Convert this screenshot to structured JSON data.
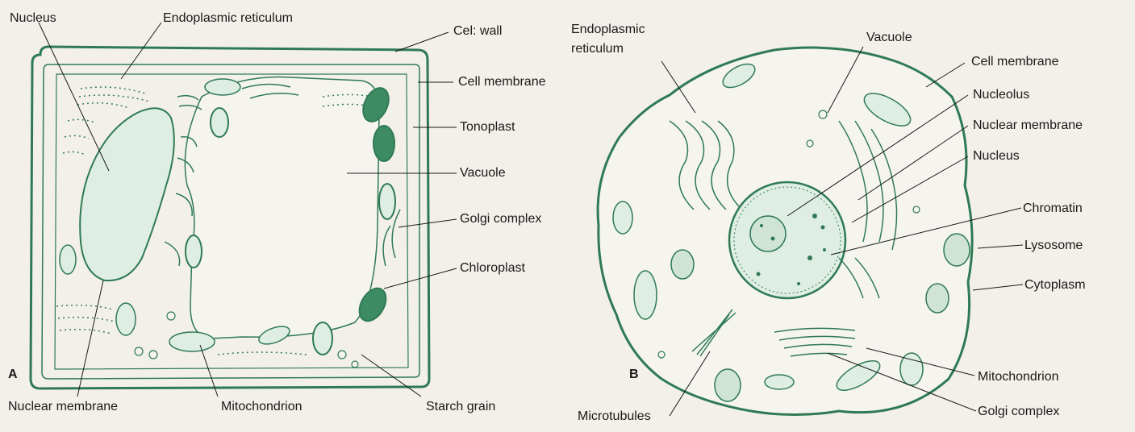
{
  "panel_a": {
    "letter": "A",
    "labels": {
      "nucleus": "Nucleus",
      "endoplasmic_reticulum": "Endoplasmic reticulum",
      "cell_wall": "Cel: wall",
      "cell_membrane": "Cell membrane",
      "tonoplast": "Tonoplast",
      "vacuole": "Vacuole",
      "golgi_complex": "Golgi complex",
      "chloroplast": "Chloroplast",
      "nuclear_membrane": "Nuclear membrane",
      "mitochondrion": "Mitochondrion",
      "starch_grain": "Starch grain"
    }
  },
  "panel_b": {
    "letter": "B",
    "labels": {
      "er_line1": "Endoplasmic",
      "er_line2": "reticulum",
      "vacuole": "Vacuole",
      "cell_membrane": "Cell membrane",
      "nucleolus": "Nucleolus",
      "nuclear_membrane": "Nuclear membrane",
      "nucleus": "Nucleus",
      "chromatin": "Chromatin",
      "lysosome": "Lysosome",
      "cytoplasm": "Cytoplasm",
      "mitochondrion": "Mitochondrion",
      "golgi_complex": "Golgi complex",
      "microtubules": "Microtubules"
    }
  },
  "colors": {
    "ink": "#1a1a1a",
    "outline": "#2f7a55",
    "fill": "#dfeee4",
    "organelle": "#3d8b63",
    "paper": "#f3f0ea"
  }
}
